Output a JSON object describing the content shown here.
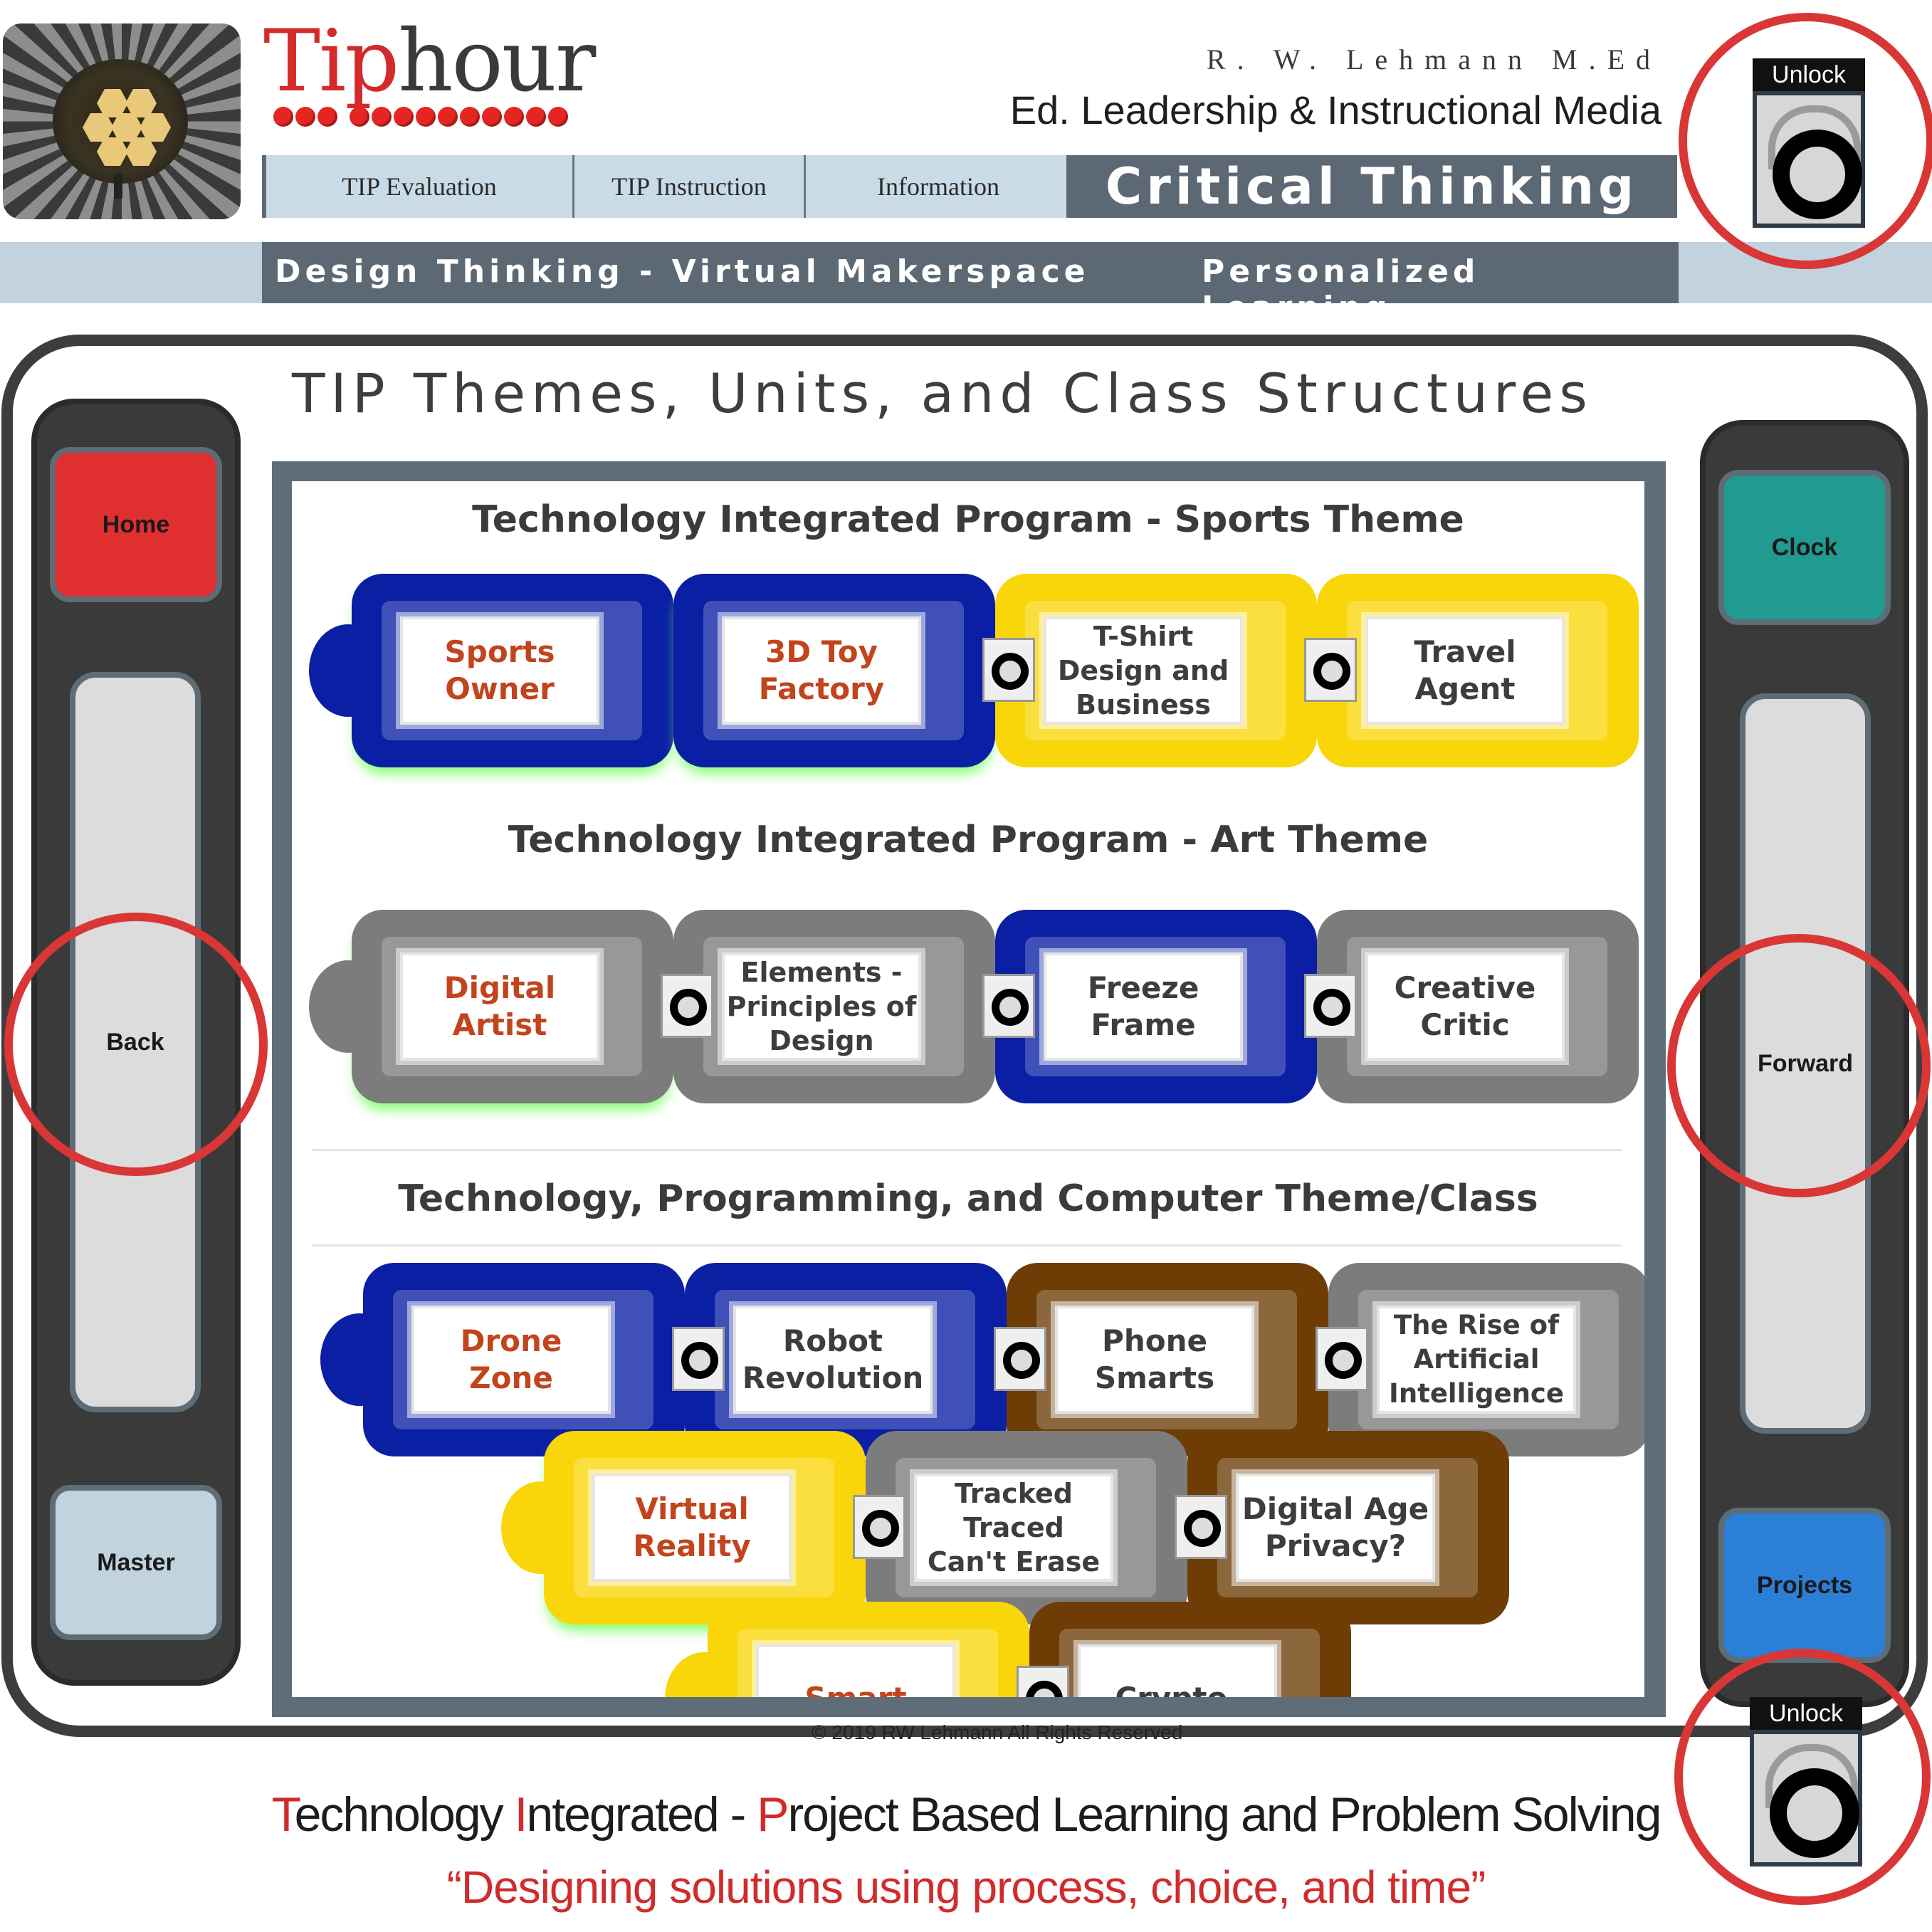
{
  "brand": {
    "part1": "Tip",
    "part2": "hour"
  },
  "author": "R. W. Lehmann M.Ed",
  "subtitle": "Ed. Leadership & Instructional Media",
  "tabs": [
    "TIP Evaluation",
    "TIP Instruction",
    "Information"
  ],
  "active_section": "Critical Thinking",
  "strip": {
    "left": "Design Thinking - Virtual Makerspace",
    "right": "Personalized Learning"
  },
  "lock_label": "Unlock",
  "page_title": "TIP Themes, Units, and Class Structures",
  "left_rail": {
    "home": "Home",
    "back": "Back",
    "master": "Master"
  },
  "right_rail": {
    "clock": "Clock",
    "forward": "Forward",
    "projects": "Projects"
  },
  "sections": [
    {
      "title": "Technology Integrated Program - Sports Theme",
      "units": [
        [
          "Sports",
          "Owner"
        ],
        [
          "3D Toy",
          "Factory"
        ],
        [
          "T-Shirt",
          "Design and",
          "Business"
        ],
        [
          "Travel",
          "Agent"
        ]
      ]
    },
    {
      "title": "Technology Integrated Program - Art Theme",
      "units": [
        [
          "Digital",
          "Artist"
        ],
        [
          "Elements -",
          "Principles of",
          "Design"
        ],
        [
          "Freeze",
          "Frame"
        ],
        [
          "Creative",
          "Critic"
        ]
      ]
    },
    {
      "title": "Technology, Programming, and Computer Theme/Class",
      "units": [
        [
          "Drone",
          "Zone"
        ],
        [
          "Robot",
          "Revolution"
        ],
        [
          "Phone",
          "Smarts"
        ],
        [
          "The Rise of",
          "Artificial",
          "Intelligence"
        ],
        [
          "Virtual",
          "Reality"
        ],
        [
          "Tracked",
          "Traced",
          "Can't Erase"
        ],
        [
          "Digital Age",
          "Privacy?"
        ],
        [
          "Smart"
        ],
        [
          "Crypto-"
        ]
      ]
    }
  ],
  "colors": {
    "blue": "#0a1fa4",
    "yellow": "#f9d60a",
    "gray": "#7c7c7c",
    "brown": "#6e3d06",
    "accent_red": "#d12b2b"
  },
  "copyright": "© 2019 RW Lehmann All Rights Reserved",
  "footer": {
    "line1_parts": [
      "T",
      "echnology ",
      "I",
      "ntegrated - ",
      "P",
      "roject Based Learning and Problem Solving"
    ],
    "line2": "“Designing solutions using process, choice, and time”"
  }
}
